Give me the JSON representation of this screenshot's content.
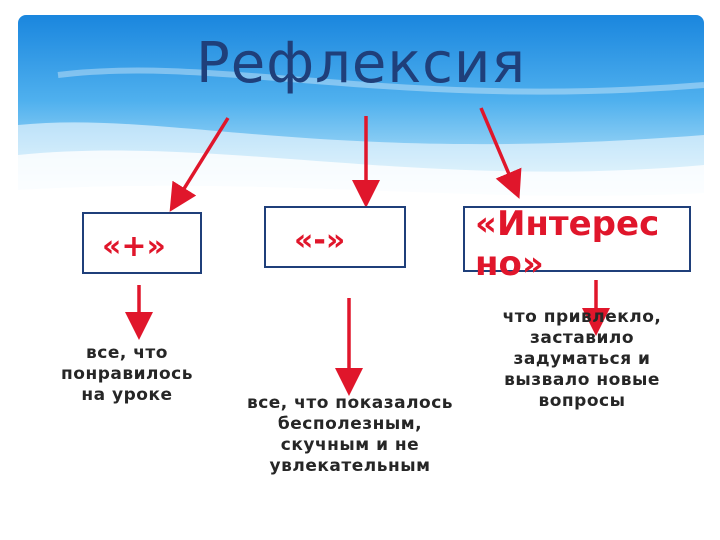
{
  "title": "Рефлексия",
  "colors": {
    "title": "#1f3f7a",
    "accent": "#e0162b",
    "border": "#1f3f7a",
    "sky": "#1a8fe0"
  },
  "boxes": {
    "plus": {
      "label": "«+»",
      "description": "все, что понравилось на уроке"
    },
    "minus": {
      "label": "«-»",
      "description": "все, что показалось бесполезным, скучным и не увлекательным"
    },
    "interesting": {
      "label": "«Интерес но»",
      "description": "что привлекло, заставило задуматься и вызвало новые вопросы"
    }
  }
}
